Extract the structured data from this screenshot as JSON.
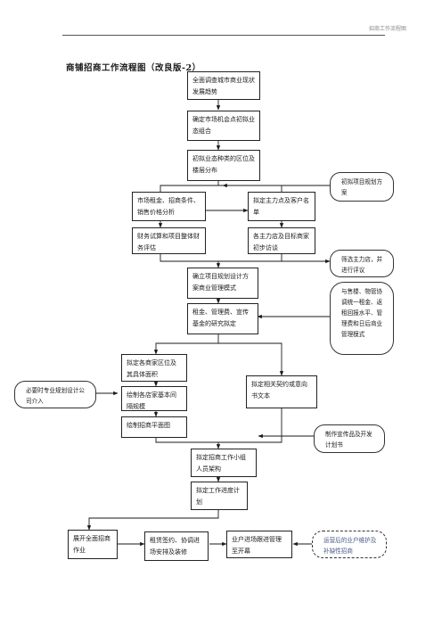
{
  "header": {
    "note": "招商工作流程图"
  },
  "title": "商铺招商工作流程图（改良版-2）",
  "boxes": {
    "survey": "全面调查城市商业现状发展趋势",
    "market_combo": "确定市场机会点初拟业态组合",
    "format_layout": "初拟业态种类的区位及楼层分布",
    "rent_terms": "市场租金、招商条件、销售价格分析",
    "anchor_list": "拟定主力点及客户名单",
    "finance": "财务试算和项目整体财务评估",
    "anchor_visit": "各主力店及目标商家初步访谈",
    "commercial_model": "确立项目规划设计方案商业管理模式",
    "rent_mgmt": "租金、管理费、宣传基金的研究拟定",
    "zone_area": "拟定各商家区位及其具体面积",
    "draw_plan": "绘制各店家基本间隔规模",
    "leasing_plan": "绘制招商平面图",
    "intent_contract": "拟定相关契约或意向书文本",
    "team": "拟定招商工作小组人员架构",
    "schedule": "拟定工作进度计划",
    "launch": "展开全面招商作业",
    "sign_lease": "租赁签约、协调进场安排及装修",
    "move_in": "业户进场跟进管理至开幕"
  },
  "notes": {
    "plan_draft": "初拟项目规划方案",
    "anchor_review": "筛选主力店，并进行评议",
    "coordinate": "与售楼、物管协调统一租金、返租回报水平、管理费和日后商业管理模式",
    "professional": "必要时专业规划设计公司介入",
    "promo": "制作宣传品及开发计划书",
    "after_ops": "运营后的业户维护及补缺性招商"
  }
}
